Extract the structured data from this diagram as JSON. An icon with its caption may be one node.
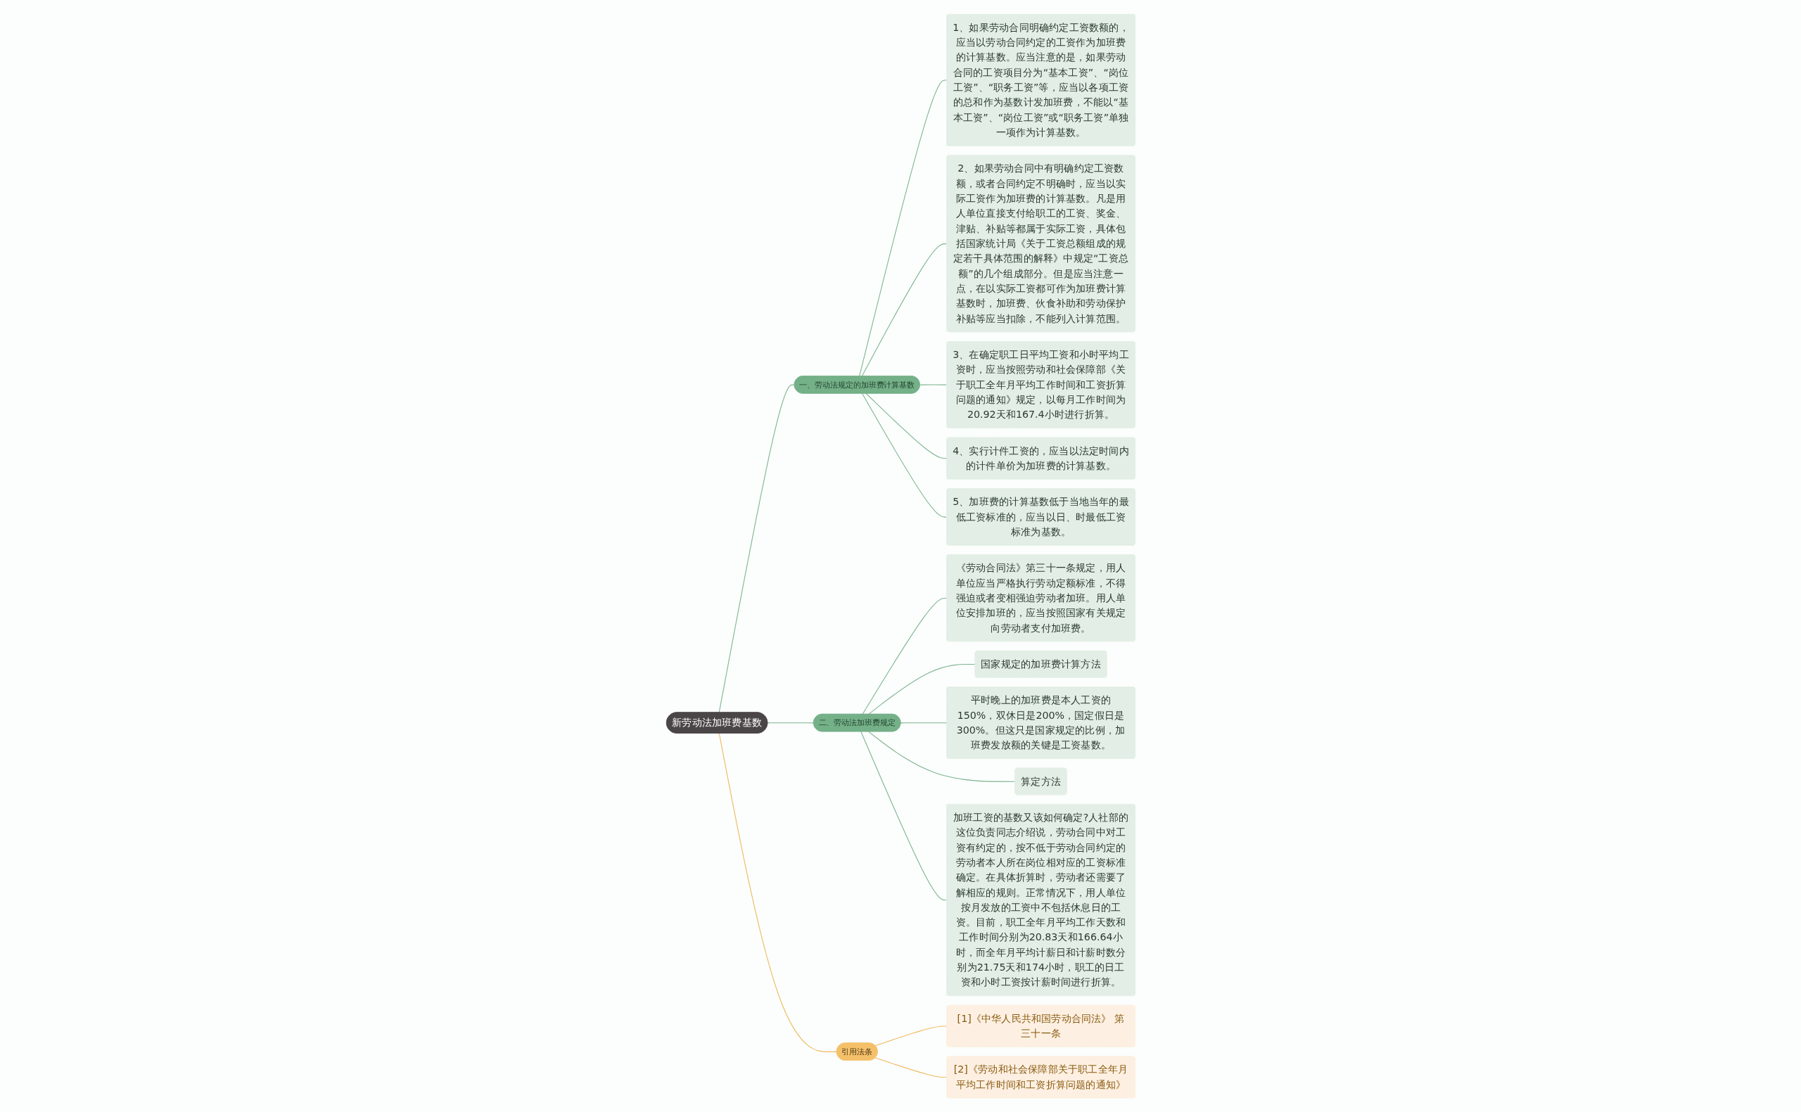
{
  "diagram": {
    "nodes": [
      {
        "text": [
          "新劳动法加班费基数"
        ]
      },
      {
        "text": [
          "一、劳动法规定的加班费计算基数"
        ]
      },
      {
        "text": [
          "1、如果劳动合同明确约定工资数额的，应当以劳动合同约定的工资作为加班费的计算基数。应当注意的是，如果劳动合同的工资项目分为“基本工资”、“岗位工资”、“职务工资”等，应当以各项工资的总和作为基数计发加班费，不能以“基本工资”、“岗位工资”或“职务工资”单独一项作为计算基数。"
        ]
      },
      {
        "text": [
          "2、如果劳动合同中有明确约定工资数额，或者合同约定不明确时，应当以实际工资作为加班费的计算基数。凡是用人单位直接支付给职工的工资、奖金、津贴、补贴等都属于实际工资，具体包括国家统计局《关于工资总额组成的规定若干具体范围的解释》中规定“工资总额”的几个组成部分。但是应当注意一点，在以实际工资都可作为加班费计算基数时，加班费、伙食补助和劳动保护补贴等应当扣除，不能列入计算范围。"
        ]
      },
      {
        "text": [
          "3、在确定职工日平均工资和小时平均工资时，应当按照劳动和社会保障部《关于职工全年月平均工作时间和工资折算问题的通知》规定，以每月工作时间为20.92天和167.4小时进行折算。"
        ]
      },
      {
        "text": [
          "4、实行计件工资的，应当以法定时间内的计件单价为加班费的计算基数。"
        ]
      },
      {
        "text": [
          "5、加班费的计算基数低于当地当年的最低工资标准的，应当以日、时最低工资标准为基数。"
        ]
      },
      {
        "text": [
          "二、劳动法加班费规定"
        ]
      },
      {
        "text": [
          "《劳动合同法》第三十一条规定，用人单位应当严格执行劳动定额标准，不得强迫或者变相强迫劳动者加班。用人单位安排加班的，应当按照国家有关规定向劳动者支付加班费。"
        ]
      },
      {
        "text": [
          "国家规定的加班费计算方法"
        ]
      },
      {
        "text": [
          "平时晚上的加班费是本人工资的150%，双休日是200%，国定假日是300%。但这只是国家规定的比例，加班费发放额的关键是工资基数。"
        ]
      },
      {
        "text": [
          "算定方法"
        ]
      },
      {
        "text": [
          "加班工资的基数又该如何确定?人社部的这位负责同志介绍说，劳动合同中对工资有约定的，按不低于劳动合同约定的劳动者本人所在岗位相对应的工资标准确定。在具体折算时，劳动者还需要了解相应的规则。正常情况下，用人单位按月发放的工资中不包括休息日的工资。目前，职工全年月平均工作天数和工作时间分别为20.83天和166.64小时，而全年月平均计薪日和计薪时数分别为21.75天和174小时，职工的日工资和小时工资按计薪时间进行折算。"
        ]
      },
      {
        "text": [
          "引用法条"
        ]
      },
      {
        "text": [
          "[1]《中华人民共和国劳动合同法》 第三十一条"
        ]
      },
      {
        "text": [
          "[2]《劳动和社会保障部关于职工全年月平均工作时间和工资折算问题的通知》"
        ]
      }
    ],
    "edges": [
      {
        "from": 0,
        "to": 1,
        "arrow": "none"
      },
      {
        "from": 1,
        "to": 2,
        "arrow": "none"
      },
      {
        "from": 1,
        "to": 3,
        "arrow": "none"
      },
      {
        "from": 1,
        "to": 4,
        "arrow": "none"
      },
      {
        "from": 1,
        "to": 5,
        "arrow": "none"
      },
      {
        "from": 1,
        "to": 6,
        "arrow": "none"
      },
      {
        "from": 0,
        "to": 7,
        "arrow": "none"
      },
      {
        "from": 7,
        "to": 8,
        "arrow": "none"
      },
      {
        "from": 7,
        "to": 9,
        "arrow": "none"
      },
      {
        "from": 7,
        "to": 10,
        "arrow": "none"
      },
      {
        "from": 7,
        "to": 11,
        "arrow": "none"
      },
      {
        "from": 7,
        "to": 12,
        "arrow": "none"
      },
      {
        "from": 0,
        "to": 13,
        "arrow": "none",
        "color": "#f0b85a"
      },
      {
        "from": 13,
        "to": 14,
        "arrow": "none",
        "color": "#f0b85a"
      },
      {
        "from": 13,
        "to": 15,
        "arrow": "none",
        "color": "#f0b85a"
      }
    ]
  }
}
